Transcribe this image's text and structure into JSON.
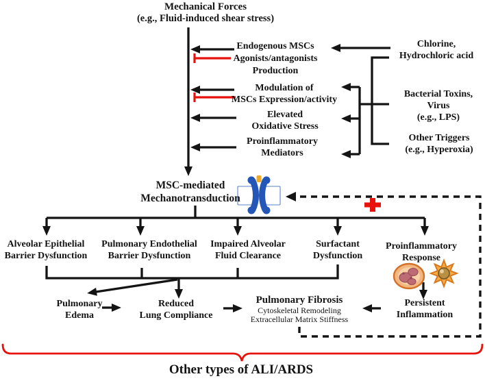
{
  "colors": {
    "ink": "#141414",
    "accent_red": "#e8120c",
    "channel_blue": "#2356b6",
    "membrane_blue": "#3a66c0",
    "gold": "#f0a828",
    "cell_fill": "#f3b67e",
    "cell_stroke": "#d2722a",
    "nucleus_pink": "#bd6b74",
    "star_fill": "#f8ab45",
    "star_stroke": "#d8791f",
    "nucleus_brown": "#b99044"
  },
  "title": {
    "lines": [
      "Mechanical Forces",
      "(e.g., Fluid-induced shear stress)"
    ]
  },
  "mediators": [
    {
      "lines": [
        "Endogenous MSCs",
        "Agonists/antagonists",
        "Production"
      ]
    },
    {
      "lines": [
        "Modulation of",
        "MSCs Expression/activity"
      ]
    },
    {
      "lines": [
        "Elevated",
        "Oxidative Stress"
      ]
    },
    {
      "lines": [
        "Proinflammatory",
        "Mediators"
      ]
    }
  ],
  "triggers": [
    {
      "lines": [
        "Chlorine,",
        "Hydrochloric acid"
      ]
    },
    {
      "lines": [
        "Bacterial Toxins,",
        "Virus",
        "(e.g., LPS)"
      ]
    },
    {
      "lines": [
        "Other Triggers",
        "(e.g., Hyperoxia)"
      ]
    }
  ],
  "hub": {
    "lines": [
      "MSC-mediated",
      "Mechanotransduction"
    ]
  },
  "branches": [
    {
      "lines": [
        "Alveolar Epithelial",
        "Barrier Dysfunction"
      ]
    },
    {
      "lines": [
        "Pulmonary Endothelial",
        "Barrier Dysfunction"
      ]
    },
    {
      "lines": [
        "Impaired Alveolar",
        "Fluid Clearance"
      ]
    },
    {
      "lines": [
        "Surfactant",
        "Dysfunction"
      ]
    },
    {
      "lines": [
        "Proinflammatory",
        "Response"
      ]
    }
  ],
  "outcomes": {
    "edema": {
      "lines": [
        "Pulmonary",
        "Edema"
      ]
    },
    "compliance": {
      "lines": [
        "Reduced",
        "Lung Compliance"
      ]
    },
    "fibrosis": {
      "title": "Pulmonary Fibrosis",
      "subtitles": [
        "Cytoskeletal Remodeling",
        "Extracellular Matrix Stiffness"
      ]
    },
    "persistent": {
      "lines": [
        "Persistent",
        "Inflammation"
      ]
    }
  },
  "footer": {
    "label": "Other types of ALI/ARDS"
  },
  "icons": {
    "ion_channel": "membrane-ion-channel",
    "macrophage": "round-immune-cell",
    "activated_cell": "star-immune-cell",
    "positive_feedback": "red-plus",
    "inhibition": "red-t-bar",
    "brace": "red-curly-brace"
  }
}
